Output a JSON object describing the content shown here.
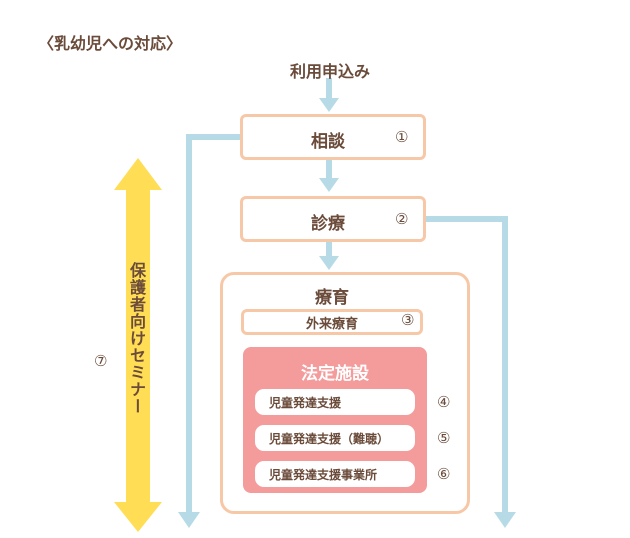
{
  "heading": "〈乳幼児への対応〉",
  "entry": "利用申込み",
  "steps": [
    {
      "label": "相談",
      "num": "①"
    },
    {
      "label": "診療",
      "num": "②"
    }
  ],
  "therapy": {
    "label": "療育",
    "outpatient": {
      "label": "外来療育",
      "num": "③"
    },
    "legal": {
      "title": "法定施設",
      "items": [
        {
          "label": "児童発達支援",
          "num": "④"
        },
        {
          "label": "児童発達支援（難聴）",
          "num": "⑤"
        },
        {
          "label": "児童発達支援事業所",
          "num": "⑥"
        }
      ]
    }
  },
  "seminar": {
    "label": "保護者向けセミナー",
    "num": "⑦"
  },
  "colors": {
    "arrow_blue": "#b6dbe6",
    "box_border": "#f7c8a8",
    "legal_fill": "#f49b9b",
    "seminar_yellow": "#ffdd55",
    "text_brown": "#6b4b3a"
  }
}
